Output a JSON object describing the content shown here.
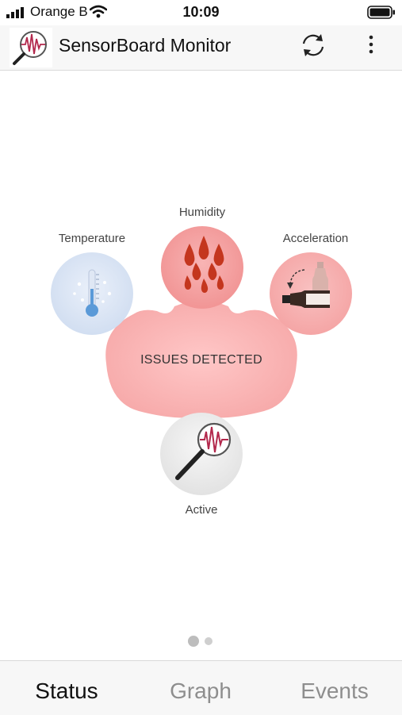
{
  "status_bar": {
    "carrier": "Orange B",
    "time": "10:09",
    "icons": [
      "signal-bars-icon",
      "wifi-icon",
      "battery-icon"
    ]
  },
  "app_bar": {
    "title": "SensorBoard Monitor",
    "logo_icon": "sensor-magnifier-logo-icon",
    "actions": [
      "refresh-icon",
      "overflow-menu-icon"
    ]
  },
  "sensors": {
    "temperature": {
      "label": "Temperature",
      "icon": "thermometer-icon",
      "color": "#c9d8ee"
    },
    "humidity": {
      "label": "Humidity",
      "icon": "water-drops-icon",
      "color": "#f08c8c"
    },
    "acceleration": {
      "label": "Acceleration",
      "icon": "tipping-bottle-icon",
      "color": "#f3a3a3"
    },
    "status_center": {
      "text": "ISSUES DETECTED",
      "color": "#f7b6b6"
    },
    "monitor": {
      "label": "Active",
      "icon": "magnifier-waveform-icon",
      "color": "#e4e4e4"
    }
  },
  "pager": {
    "pages": 2,
    "current": 1
  },
  "tab_bar": {
    "tabs": [
      {
        "label": "Status",
        "active": true
      },
      {
        "label": "Graph",
        "active": false
      },
      {
        "label": "Events",
        "active": false
      }
    ],
    "active_color": "#111111",
    "inactive_color": "#8e8e8e"
  }
}
